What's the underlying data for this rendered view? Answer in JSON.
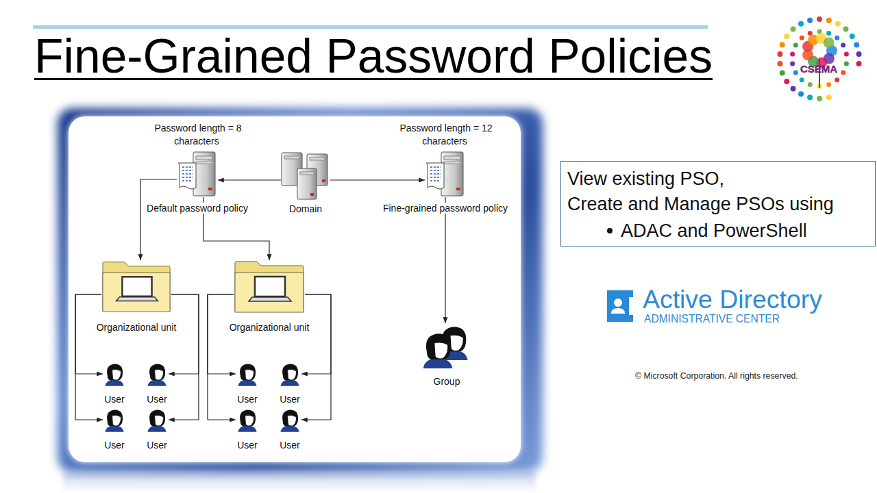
{
  "diagram": {
    "title": "Fine-Grained Password Policies",
    "nodes": [
      {
        "text": [
          "Password length = 8 characters",
          "Default password policy"
        ]
      },
      {
        "text": [
          "Domain"
        ]
      },
      {
        "text": [
          "Password length = 12 characters",
          "Fine-grained password policy"
        ]
      },
      {
        "text": [
          "Organizational unit"
        ]
      },
      {
        "text": [
          "Organizational unit"
        ]
      },
      {
        "text": [
          "User"
        ]
      },
      {
        "text": [
          "User"
        ]
      },
      {
        "text": [
          "User"
        ]
      },
      {
        "text": [
          "User"
        ]
      },
      {
        "text": [
          "User"
        ]
      },
      {
        "text": [
          "User"
        ]
      },
      {
        "text": [
          "User"
        ]
      },
      {
        "text": [
          "User"
        ]
      },
      {
        "text": [
          "Group"
        ]
      },
      {
        "text": [
          "View existing PSO,",
          "Create and Manage PSOs using",
          "ADAC and PowerShell"
        ]
      }
    ],
    "edges": [
      {
        "from": 1,
        "to": 0,
        "arrow": "to"
      },
      {
        "from": 1,
        "to": 2,
        "arrow": "to"
      },
      {
        "from": 0,
        "to": 3,
        "arrow": "to"
      },
      {
        "from": 0,
        "to": 4,
        "arrow": "to"
      },
      {
        "from": 2,
        "to": 13,
        "arrow": "to"
      },
      {
        "from": 3,
        "to": 5,
        "arrow": "to"
      },
      {
        "from": 3,
        "to": 6,
        "arrow": "to"
      },
      {
        "from": 3,
        "to": 7,
        "arrow": "to"
      },
      {
        "from": 3,
        "to": 8,
        "arrow": "to"
      },
      {
        "from": 4,
        "to": 9,
        "arrow": "to"
      },
      {
        "from": 4,
        "to": 10,
        "arrow": "to"
      },
      {
        "from": 4,
        "to": 11,
        "arrow": "to"
      },
      {
        "from": 4,
        "to": 12,
        "arrow": "to"
      }
    ],
    "labels": [
      "CSEMA",
      "Active Directory",
      "ADMINISTRATIVE CENTER",
      "© Microsoft Corporation. All rights reserved."
    ]
  }
}
